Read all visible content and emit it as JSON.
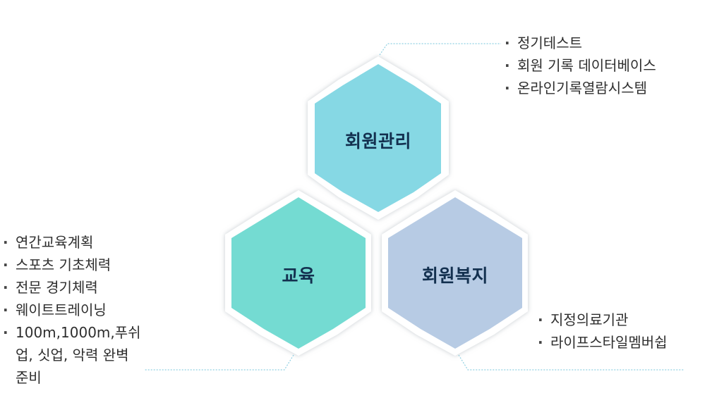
{
  "hexagons": {
    "management": {
      "label": "회원관리",
      "color": "#86d8e4"
    },
    "education": {
      "label": "교육",
      "color": "#74dbd2"
    },
    "welfare": {
      "label": "회원복지",
      "color": "#b7cbe4"
    }
  },
  "lists": {
    "management": [
      "정기테스트",
      "회원 기록 데이터베이스",
      "온라인기록열람시스템"
    ],
    "education": [
      "연간교육계획",
      "스포츠 기초체력",
      "전문 경기체력",
      "웨이트트레이닝",
      "100m,1000m,푸쉬업, 싯업, 악력 완벽 준비"
    ],
    "welfare": [
      "지정의료기관",
      "라이프스타일멤버쉽"
    ]
  }
}
